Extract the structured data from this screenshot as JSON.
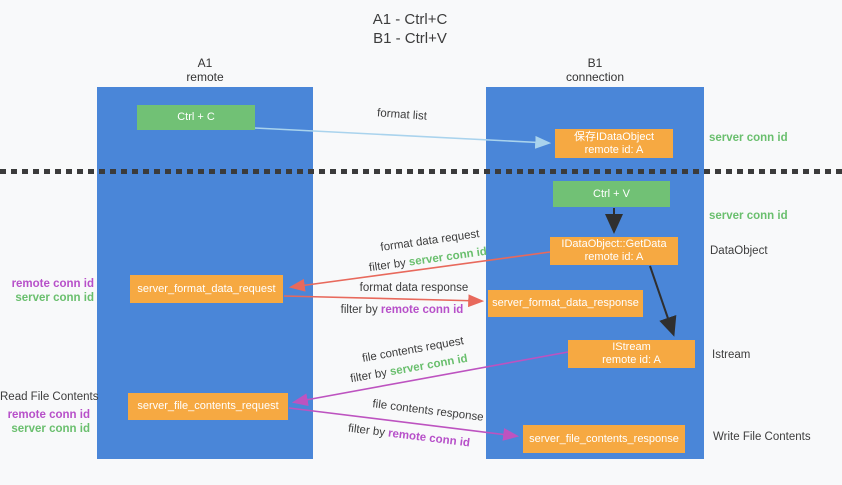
{
  "title": {
    "line1": "A1 - Ctrl+C",
    "line2": "B1 - Ctrl+V"
  },
  "columns": {
    "left": {
      "name": "A1",
      "role": "remote"
    },
    "right": {
      "name": "B1",
      "role": "connection"
    }
  },
  "nodes": {
    "ctrl_c": {
      "label": "Ctrl + C"
    },
    "save_idataobject": {
      "line1": "保存IDataObject",
      "line2": "remote id: A"
    },
    "ctrl_v": {
      "label": "Ctrl + V"
    },
    "getdata": {
      "line1": "IDataObject::GetData",
      "line2": "remote id: A"
    },
    "server_format_data_request": {
      "label": "server_format_data_request"
    },
    "server_format_data_response": {
      "label": "server_format_data_response"
    },
    "istream": {
      "line1": "IStream",
      "line2": "remote id: A"
    },
    "server_file_contents_request": {
      "label": "server_file_contents_request"
    },
    "server_file_contents_response": {
      "label": "server_file_contents_response"
    }
  },
  "arrow_labels": {
    "format_list": "format list",
    "format_data_request": "format data request",
    "format_data_response": "format data response",
    "file_contents_request": "file contents request",
    "file_contents_response": "file contents response",
    "filter_by": "filter by ",
    "server_conn_id": "server conn id",
    "remote_conn_id": "remote conn id"
  },
  "side_labels": {
    "server_conn_id_top": "server conn id",
    "server_conn_id_mid": "server conn id",
    "dataobject": "DataObject",
    "istream": "Istream",
    "write_file_contents": "Write File Contents",
    "read_file_contents": "Read File Contents",
    "remote_conn_id_1": "remote conn id",
    "server_conn_id_1": "server conn id",
    "remote_conn_id_2": "remote conn id",
    "server_conn_id_2": "server conn id"
  },
  "colors": {
    "column_blue": "#4a86d8",
    "node_green": "#71c175",
    "node_orange": "#f6a942",
    "arrow_red": "#e8695c",
    "arrow_magenta": "#bd53c0",
    "arrow_lightblue": "#a9d3ed",
    "arrow_black": "#2f2f2f",
    "text_green": "#6abf6e",
    "text_purple": "#b750c9",
    "background": "#f8f9fa"
  }
}
